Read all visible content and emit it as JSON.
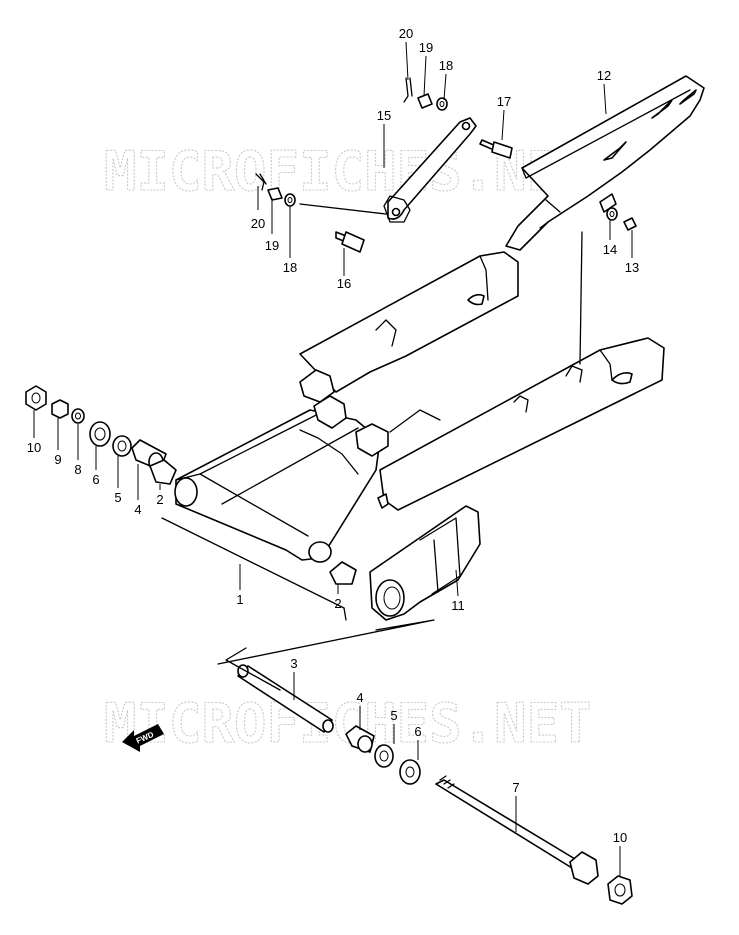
{
  "watermark": "MICROFICHES.NET",
  "fwd_label": "FWD",
  "callouts": [
    {
      "id": "20a",
      "label": "20"
    },
    {
      "id": "19a",
      "label": "19"
    },
    {
      "id": "18a",
      "label": "18"
    },
    {
      "id": "17",
      "label": "17"
    },
    {
      "id": "12",
      "label": "12"
    },
    {
      "id": "15",
      "label": "15"
    },
    {
      "id": "20b",
      "label": "20"
    },
    {
      "id": "19b",
      "label": "19"
    },
    {
      "id": "18b",
      "label": "18"
    },
    {
      "id": "16",
      "label": "16"
    },
    {
      "id": "14",
      "label": "14"
    },
    {
      "id": "13",
      "label": "13"
    },
    {
      "id": "10a",
      "label": "10"
    },
    {
      "id": "9",
      "label": "9"
    },
    {
      "id": "8",
      "label": "8"
    },
    {
      "id": "6a",
      "label": "6"
    },
    {
      "id": "5a",
      "label": "5"
    },
    {
      "id": "4a",
      "label": "4"
    },
    {
      "id": "2a",
      "label": "2"
    },
    {
      "id": "1",
      "label": "1"
    },
    {
      "id": "2b",
      "label": "2"
    },
    {
      "id": "11",
      "label": "11"
    },
    {
      "id": "3",
      "label": "3"
    },
    {
      "id": "4b",
      "label": "4"
    },
    {
      "id": "5b",
      "label": "5"
    },
    {
      "id": "6b",
      "label": "6"
    },
    {
      "id": "7",
      "label": "7"
    },
    {
      "id": "10b",
      "label": "10"
    }
  ]
}
